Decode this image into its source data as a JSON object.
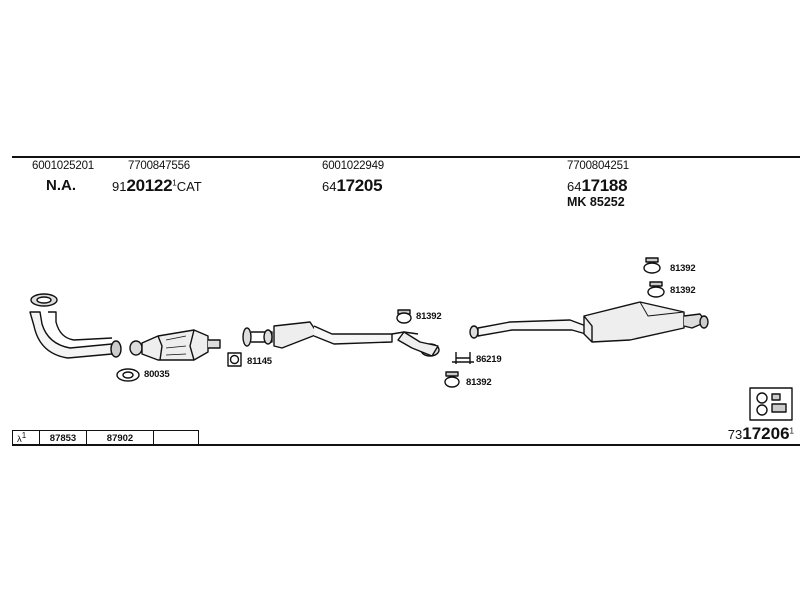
{
  "header": {
    "col1": {
      "ref": "6001025201",
      "code": "N.A."
    },
    "col2": {
      "ref": "7700847556",
      "prefix": "91",
      "part": "20122",
      "suffix": "CAT"
    },
    "col3": {
      "ref": "6001022949",
      "prefix": "64",
      "part": "17205"
    },
    "col4": {
      "ref": "7700804251",
      "prefix": "64",
      "part": "17188",
      "mk": "MK  85252"
    }
  },
  "labels": {
    "gasket_front": "80035",
    "gasket_small": "81145",
    "hanger_mid": "81392",
    "clamp": "86219",
    "hanger_low": "81392",
    "hanger_rear_top": "81392",
    "hanger_rear_bottom": "81392"
  },
  "lambda": {
    "symbol": "λ",
    "sup": "1",
    "cells": [
      "87853",
      "87902",
      ""
    ]
  },
  "footer": {
    "prefix": "73",
    "part": "17206",
    "sup": "1"
  }
}
